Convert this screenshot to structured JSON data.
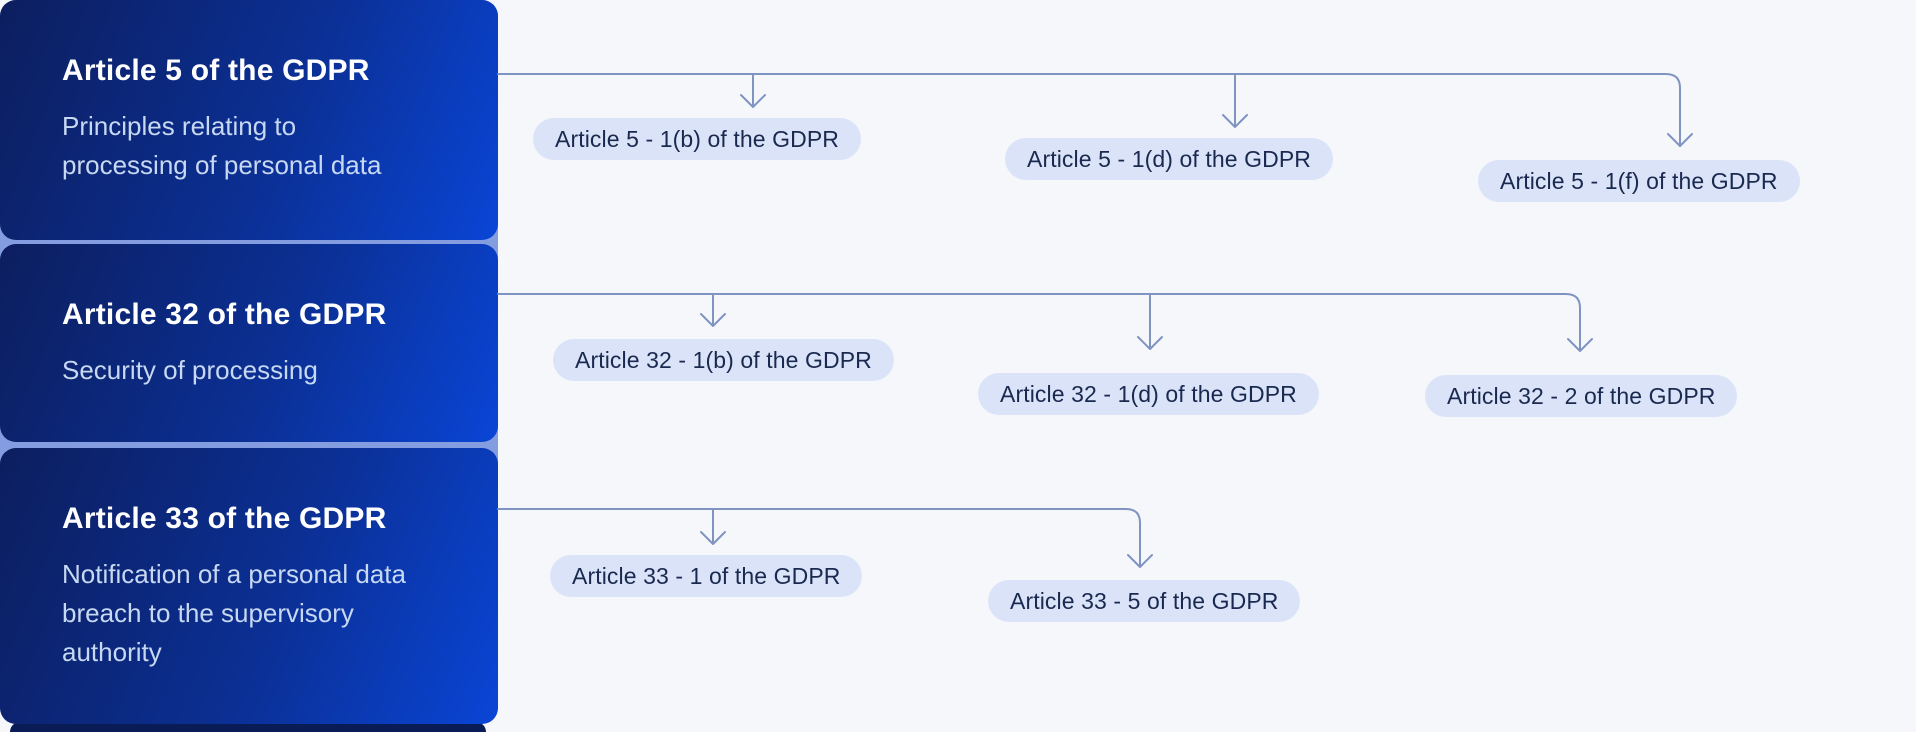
{
  "panel": {
    "cards": [
      {
        "title": "Article 5 of the GDPR",
        "subtitle": "Principles relating to processing of personal data"
      },
      {
        "title": "Article 32 of the GDPR",
        "subtitle": "Security of processing"
      },
      {
        "title": "Article 33 of the GDPR",
        "subtitle": "Notification of a personal data breach to the supervisory authority"
      }
    ]
  },
  "diagram": {
    "rows": [
      {
        "source": "Article 5 of the GDPR",
        "pills": [
          "Article 5 - 1(b) of the GDPR",
          "Article 5 - 1(d) of the GDPR",
          "Article 5 - 1(f) of the GDPR"
        ]
      },
      {
        "source": "Article 32 of the GDPR",
        "pills": [
          "Article 32 - 1(b) of the GDPR",
          "Article 32 - 1(d) of the GDPR",
          "Article 32 - 2 of the GDPR"
        ]
      },
      {
        "source": "Article 33 of the GDPR",
        "pills": [
          "Article 33 - 1 of the GDPR",
          "Article 33 - 5 of the GDPR"
        ]
      }
    ]
  },
  "colors": {
    "page_background": "#f5f7fb",
    "card_gradient_start": "#0c1e5e",
    "card_gradient_end": "#0a45d6",
    "card_title_text": "#ffffff",
    "card_subtitle_text": "#c7d8f3",
    "stack_backing": "#849de0",
    "next_card_peek": "#0a1c55",
    "pill_background": "#dbe3f8",
    "pill_text": "#19294f",
    "connector": "#8094c2"
  }
}
